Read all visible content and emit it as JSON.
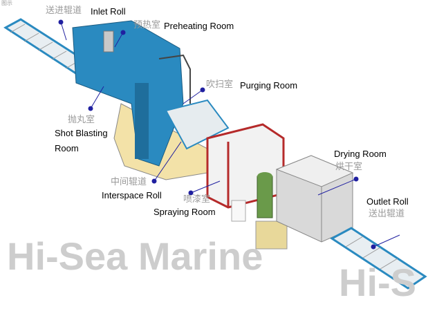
{
  "corner_text": "图示",
  "labels": {
    "inlet_roll": {
      "cn": "送进辊道",
      "en": "Inlet Roll"
    },
    "preheating_room": {
      "cn": "预热室",
      "en": "Preheating Room"
    },
    "purging_room": {
      "cn": "吹扫室",
      "en": "Purging Room"
    },
    "shot_blasting_room": {
      "cn": "抛丸室",
      "en_line1": "Shot Blasting",
      "en_line2": "Room"
    },
    "interspace_roll": {
      "cn": "中间辊道",
      "en": "Interspace Roll"
    },
    "spraying_room": {
      "cn": "喷漆室",
      "en": "Spraying Room"
    },
    "drying_room": {
      "cn": "烘干室",
      "en": "Drying Room"
    },
    "outlet_roll": {
      "cn": "送出辊道",
      "en": "Outlet Roll"
    }
  },
  "watermark": {
    "main": "Hi-Sea Marine",
    "edge": "Hi-S"
  },
  "colors": {
    "machine_blue": "#2a8ac0",
    "frame_red": "#b52a2a",
    "foundation": "#f3e2a8",
    "leader": "#2020a0"
  }
}
